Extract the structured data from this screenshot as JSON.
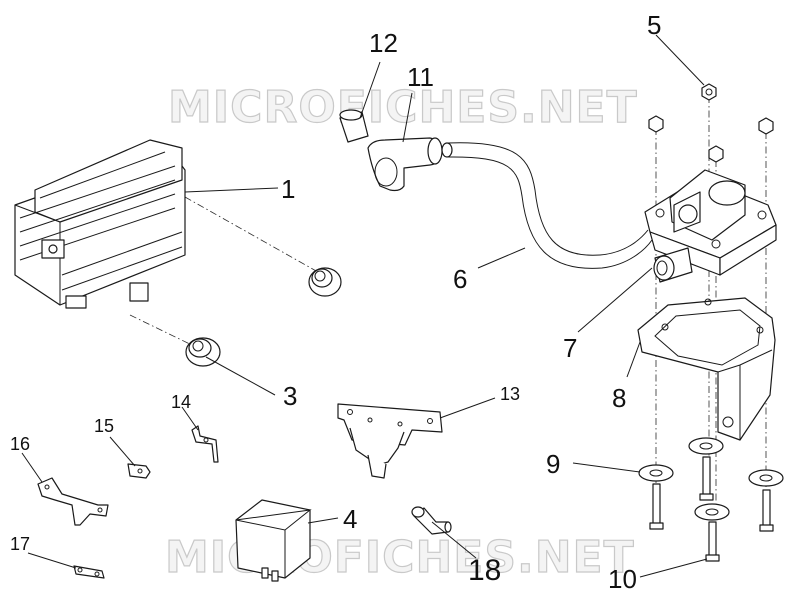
{
  "watermarks": [
    "MICROFICHES.NET",
    "MICROFICHES.NET"
  ],
  "callouts": {
    "c1": "1",
    "c2": "3",
    "c3": "4",
    "c4": "5",
    "c5": "6",
    "c6": "7",
    "c7": "8",
    "c8": "9",
    "c9": "10",
    "c10": "11",
    "c11": "12",
    "c12": "13",
    "c13": "14",
    "c14": "15",
    "c15": "16",
    "c16": "17",
    "c17": "18"
  },
  "colors": {
    "line": "#1a1a1a",
    "watermark": "#c9c9c9",
    "background": "#ffffff"
  }
}
